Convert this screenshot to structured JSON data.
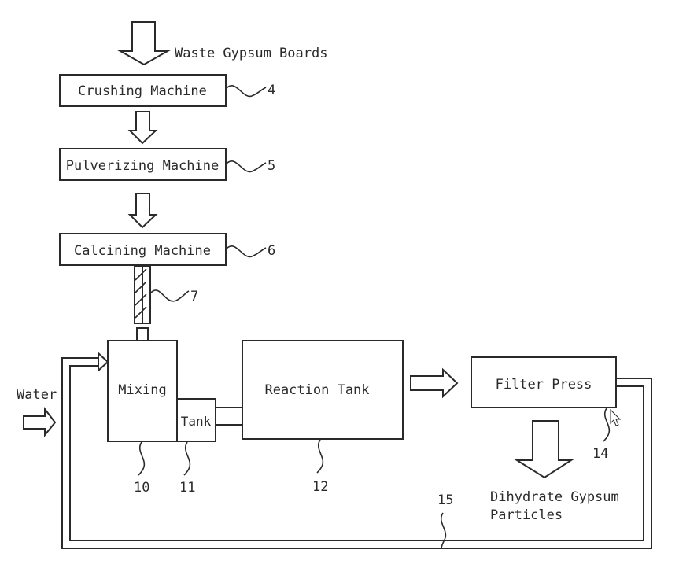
{
  "title": "Gypsum recycling process flow",
  "inputs": {
    "waste": "Waste Gypsum Boards",
    "water": "Water"
  },
  "nodes": {
    "crushing": {
      "label": "Crushing Machine",
      "ref": "4"
    },
    "pulverizing": {
      "label": "Pulverizing Machine",
      "ref": "5"
    },
    "calcining": {
      "label": "Calcining Machine",
      "ref": "6"
    },
    "conveyor": {
      "ref": "7"
    },
    "mixing": {
      "label": "Mixing",
      "ref": "10"
    },
    "tank": {
      "label": "Tank",
      "ref": "11"
    },
    "reaction": {
      "label": "Reaction Tank",
      "ref": "12"
    },
    "filter": {
      "label": "Filter Press",
      "ref": "14"
    },
    "return_line": {
      "ref": "15"
    }
  },
  "outputs": {
    "product_line1": "Dihydrate Gypsum",
    "product_line2": "Particles"
  }
}
